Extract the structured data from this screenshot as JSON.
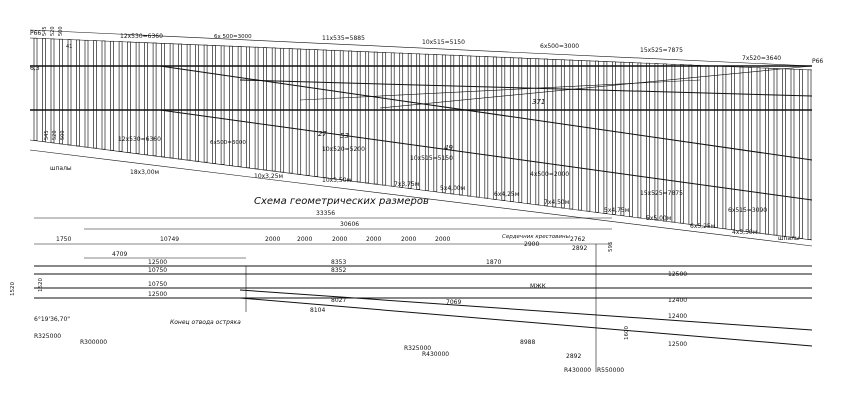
{
  "top_plan": {
    "left_end_mark": "P66",
    "right_end_mark": "P66",
    "left_gauge_mark": "6,3",
    "top_left_marks": [
      "545",
      "520",
      "500",
      "41"
    ],
    "top_left_spacing": "12x530=6360",
    "top_switch_spacing": "6x 500=3000",
    "top_mid_spacing": "11x535=5885",
    "top_right_spacing": "10x515=5150",
    "top_far_spacing": "6x500=3000",
    "top_end_spacing": "15x525=7875",
    "top_last_spacing": "7x520=3640",
    "bottom_left_marks": [
      "545",
      "520",
      "500"
    ],
    "bottom_left_spacing": "12x530=6360",
    "bottom_switch_spacing": "6x500=3000",
    "bottom_mid_spacing": "10x520=5200",
    "bottom_right_spacing": "10x515=5150",
    "bottom_far_spacing": "4x500=2000",
    "bottom_end_spacing": "15x525=7875",
    "bottom_last_spacing": "6x515=3090",
    "inner_marks": [
      "27",
      "53",
      "49",
      "371"
    ],
    "tie_groups": [
      "шпалы",
      "18x3,00м",
      "10x3,25м",
      "10x3,50м",
      "7x3,75м",
      "5x4,00м",
      "6x4,25м",
      "7x4,50м",
      "5x4,75м",
      "5x5,00м",
      "6x5,25м",
      "4x5,50м",
      "шпалы"
    ]
  },
  "scheme": {
    "title": "Схема геометрических размеров",
    "overall_length": "33356",
    "inner_length": "30606",
    "segments_top": [
      "1750",
      "10749",
      "2000",
      "2000",
      "2000",
      "2000",
      "2000",
      "2000",
      "2762"
    ],
    "left_offset": "4709",
    "left_widths": [
      "1520",
      "1520"
    ],
    "row_labels": [
      "12500",
      "10750",
      "10750",
      "12500"
    ],
    "mid_labels": [
      "8353",
      "8352",
      "8027",
      "8104",
      "7069",
      "2900",
      "2892",
      "1870"
    ],
    "right_labels": [
      "12500",
      "12400",
      "12400",
      "12500"
    ],
    "crossing_mark": "МЖК",
    "frog_label": "Сердечник крестовины",
    "end_of_rails_label": "Конец отвода остряка",
    "angle_label": "6°19'36,70\"",
    "radii": [
      "R325000",
      "R300000",
      "R325000",
      "R430000",
      "R430000",
      "R550000"
    ],
    "bottom_dims": [
      "8988",
      "2892"
    ],
    "vertical_dims": [
      "595",
      "1600"
    ]
  }
}
